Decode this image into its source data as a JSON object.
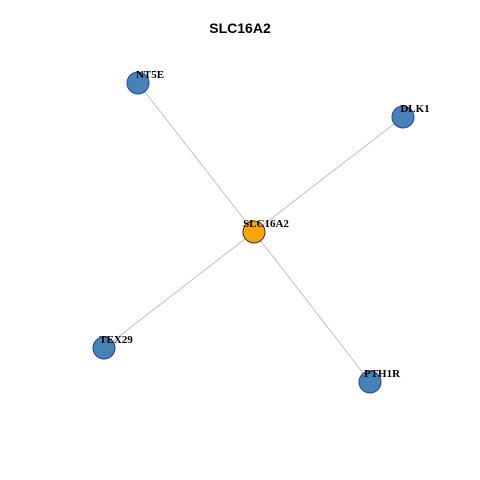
{
  "diagram": {
    "title": "SLC16A2",
    "colors": {
      "center_fill": "#FFA500",
      "center_stroke": "#333333",
      "neighbor_fill": "#4682B4",
      "neighbor_stroke": "#1F3FBF",
      "edge": "#BBBBBB"
    },
    "nodes": [
      {
        "id": "SLC16A2",
        "label": "SLC16A2",
        "role": "center"
      },
      {
        "id": "NT5E",
        "label": "NT5E",
        "role": "neighbor"
      },
      {
        "id": "DLK1",
        "label": "DLK1",
        "role": "neighbor"
      },
      {
        "id": "TEX29",
        "label": "TEX29",
        "role": "neighbor"
      },
      {
        "id": "PTH1R",
        "label": "PTH1R",
        "role": "neighbor"
      }
    ],
    "edges": [
      {
        "source": "SLC16A2",
        "target": "NT5E"
      },
      {
        "source": "SLC16A2",
        "target": "DLK1"
      },
      {
        "source": "SLC16A2",
        "target": "TEX29"
      },
      {
        "source": "SLC16A2",
        "target": "PTH1R"
      }
    ]
  }
}
